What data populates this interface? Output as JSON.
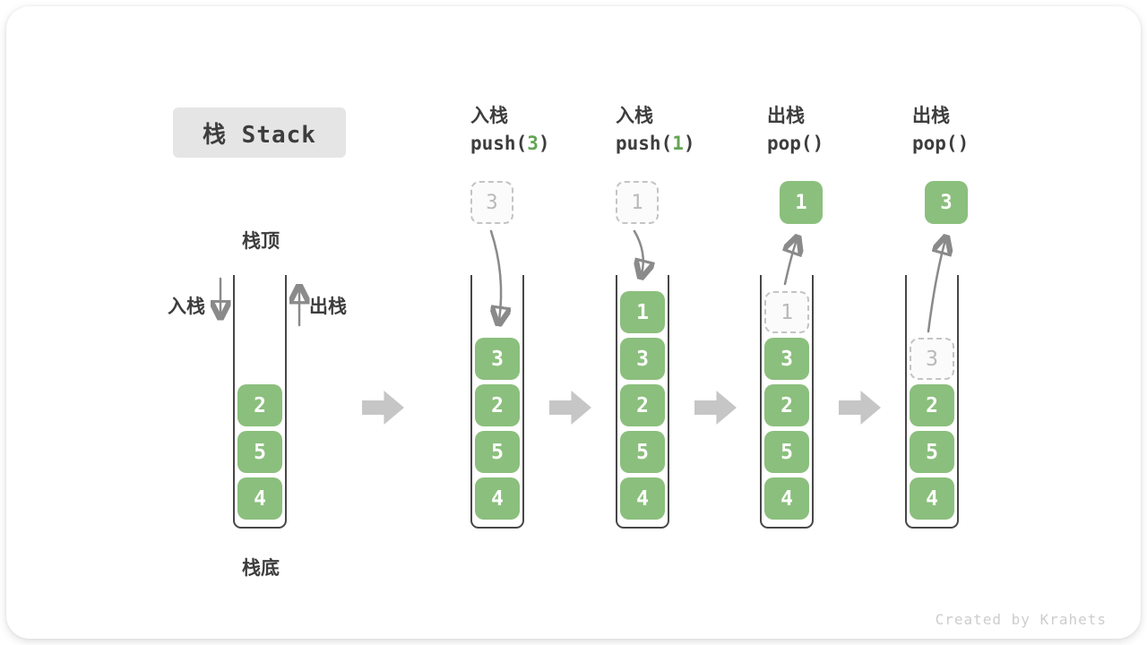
{
  "title": "栈 Stack",
  "watermark": "Created by Krahets",
  "legend": {
    "top": "栈顶",
    "bottom": "栈底",
    "push": "入栈",
    "pop": "出栈"
  },
  "colors": {
    "green": "#8bbf7d",
    "green_accent": "#63a554",
    "text": "#3d3d3d",
    "ghost": "#b9b9b9",
    "arrow": "#8a8a8a",
    "block_arrow": "#c6c6c6",
    "title_bg": "#e5e5e5",
    "watermark": "#cdcdcd"
  },
  "panels": [
    {
      "id": "initial",
      "stack": [
        {
          "value": "2"
        },
        {
          "value": "5"
        },
        {
          "value": "4"
        }
      ]
    },
    {
      "id": "push-3",
      "label": "入栈",
      "code_pre": "push(",
      "code_num": "3",
      "code_post": ")",
      "floating": {
        "style": "dashed",
        "value": "3"
      },
      "stack": [
        {
          "value": "3"
        },
        {
          "value": "2"
        },
        {
          "value": "5"
        },
        {
          "value": "4"
        }
      ]
    },
    {
      "id": "push-1",
      "label": "入栈",
      "code_pre": "push(",
      "code_num": "1",
      "code_post": ")",
      "floating": {
        "style": "dashed",
        "value": "1"
      },
      "stack": [
        {
          "value": "1"
        },
        {
          "value": "3"
        },
        {
          "value": "2"
        },
        {
          "value": "5"
        },
        {
          "value": "4"
        }
      ]
    },
    {
      "id": "pop-1",
      "label": "出栈",
      "code_pre": "pop(",
      "code_num": "",
      "code_post": ")",
      "floating": {
        "style": "solid",
        "value": "1"
      },
      "stack": [
        {
          "value": "1",
          "ghost": true
        },
        {
          "value": "3"
        },
        {
          "value": "2"
        },
        {
          "value": "5"
        },
        {
          "value": "4"
        }
      ]
    },
    {
      "id": "pop-3",
      "label": "出栈",
      "code_pre": "pop(",
      "code_num": "",
      "code_post": ")",
      "floating": {
        "style": "solid",
        "value": "3"
      },
      "stack": [
        {
          "value": "3",
          "ghost": true
        },
        {
          "value": "2"
        },
        {
          "value": "5"
        },
        {
          "value": "4"
        }
      ]
    }
  ]
}
